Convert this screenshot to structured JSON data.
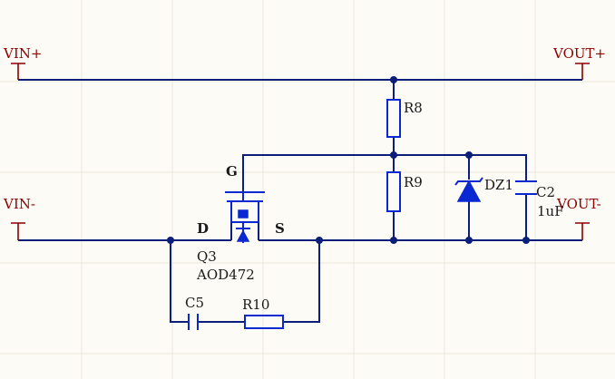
{
  "ports": {
    "vin_plus": "VIN+",
    "vout_plus": "VOUT+",
    "vin_minus": "VIN-",
    "vout_minus": "VOUT-"
  },
  "components": {
    "r8": "R8",
    "r9": "R9",
    "r10": "R10",
    "dz1": "DZ1",
    "c2": "C2",
    "c2_value": "1uF",
    "c5": "C5",
    "q3": "Q3",
    "q3_part": "AOD472"
  },
  "pins": {
    "gate": "G",
    "drain": "D",
    "source": "S"
  },
  "colors": {
    "wire": "#0a1e7a",
    "component": "#0a28d2",
    "port": "#8b0000",
    "background": "#fdfbf5"
  }
}
